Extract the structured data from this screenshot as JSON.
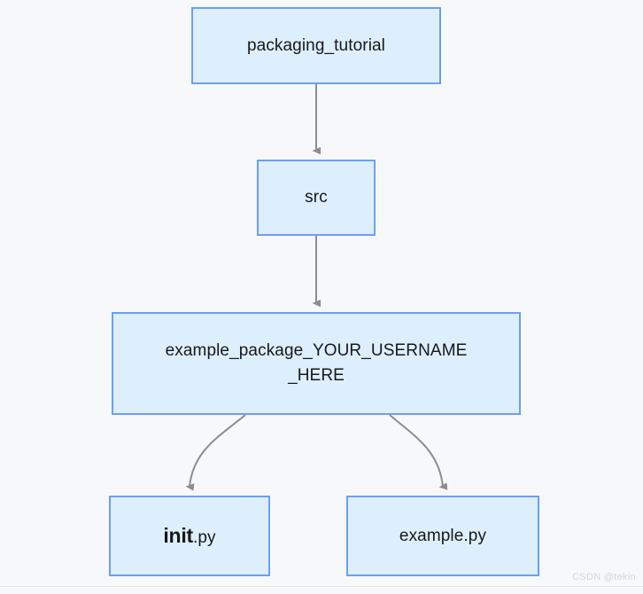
{
  "diagram": {
    "type": "flowchart",
    "direction": "top-down",
    "background_color": "#f7f8fa",
    "node_fill_color": "#ddeffc",
    "node_border_color": "#6c9ef8",
    "edge_color": "#888888",
    "text_color": "#17181a",
    "nodes": [
      {
        "id": "packaging_tutorial",
        "label": "packaging_tutorial"
      },
      {
        "id": "src",
        "label": "src"
      },
      {
        "id": "example_package",
        "label": "example_package_YOUR_USERNAME\n_HERE"
      },
      {
        "id": "init_py",
        "label": "init.py",
        "label_bold_part": "init",
        "label_plain_part": ".py"
      },
      {
        "id": "example_py",
        "label": "example.py"
      }
    ],
    "edges": [
      {
        "from": "packaging_tutorial",
        "to": "src",
        "style": "straight-arrow"
      },
      {
        "from": "src",
        "to": "example_package",
        "style": "straight-arrow"
      },
      {
        "from": "example_package",
        "to": "init_py",
        "style": "curved-arrow"
      },
      {
        "from": "example_package",
        "to": "example_py",
        "style": "curved-arrow"
      }
    ]
  },
  "watermark": {
    "text": "CSDN @tekin"
  }
}
